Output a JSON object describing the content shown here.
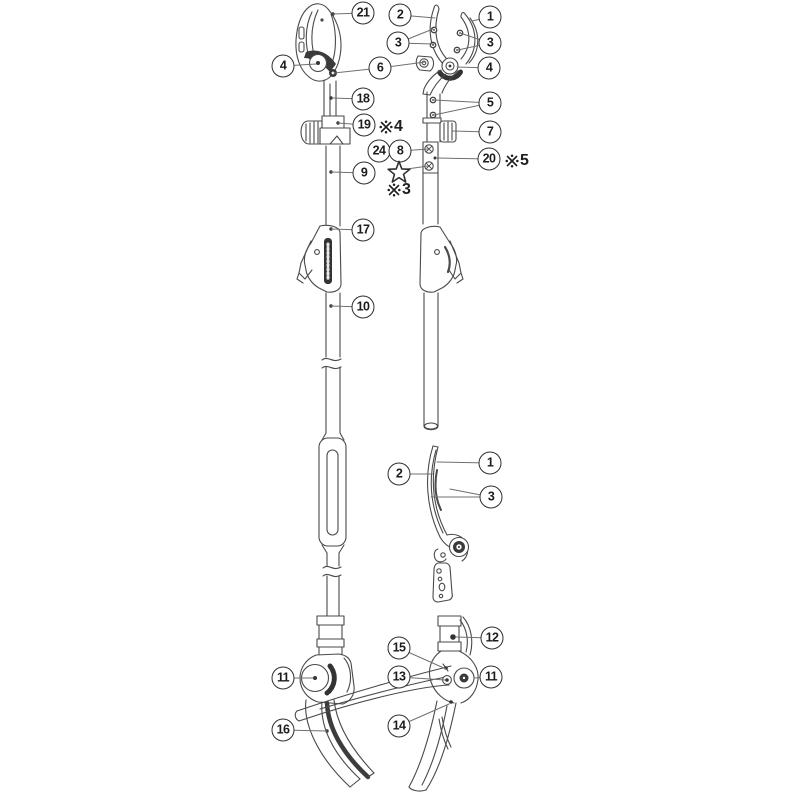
{
  "figure": {
    "kind": "exploded parts diagram",
    "subject": "telescopic pole pruner (lopper) with numbered part callouts",
    "background_color": "#ffffff",
    "line_color": "#4a4a4a",
    "dark_fill_color": "#3a3a3a",
    "callout_text_color": "#1c1c1c"
  },
  "callouts": [
    {
      "label": "21"
    },
    {
      "label": "2"
    },
    {
      "label": "1"
    },
    {
      "label": "3"
    },
    {
      "label": "3"
    },
    {
      "label": "4"
    },
    {
      "label": "6"
    },
    {
      "label": "4"
    },
    {
      "label": "18"
    },
    {
      "label": "5"
    },
    {
      "label": "19"
    },
    {
      "label": "7"
    },
    {
      "label": "24"
    },
    {
      "label": "8"
    },
    {
      "label": "20"
    },
    {
      "label": "9"
    },
    {
      "label": "17"
    },
    {
      "label": "10"
    },
    {
      "label": "1"
    },
    {
      "label": "2"
    },
    {
      "label": "3"
    },
    {
      "label": "12"
    },
    {
      "label": "15"
    },
    {
      "label": "13"
    },
    {
      "label": "11"
    },
    {
      "label": "11"
    },
    {
      "label": "16"
    },
    {
      "label": "14"
    }
  ],
  "marks": [
    {
      "label": "※4",
      "symbol": "※",
      "number": "4"
    },
    {
      "label": "※5",
      "symbol": "※",
      "number": "5"
    },
    {
      "label": "☆",
      "symbol": "☆",
      "number": ""
    },
    {
      "label": "※3",
      "symbol": "※",
      "number": "3"
    }
  ]
}
